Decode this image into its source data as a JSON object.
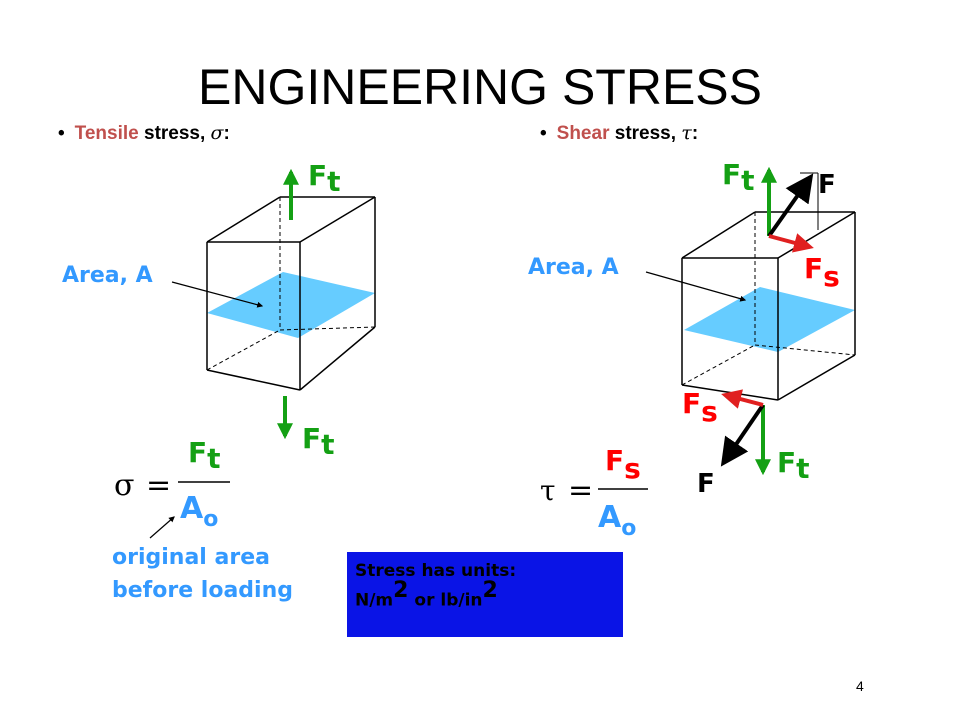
{
  "title": "ENGINEERING STRESS",
  "left_bullet": {
    "dot": "•",
    "highlight": "Tensile",
    "rest": " stress, ",
    "symbol": "σ",
    "colon": ":"
  },
  "right_bullet": {
    "dot": "•",
    "highlight": "Shear",
    "rest": " stress, ",
    "symbol": "τ",
    "colon": ":"
  },
  "labels": {
    "area": "Area, A",
    "ft_main": "F",
    "ft_sub": "t",
    "fs_main": "F",
    "fs_sub": "s",
    "f": "F",
    "original_area_line1": "original area",
    "original_area_line2": "before loading"
  },
  "formulas": {
    "tensile_lhs": "σ",
    "shear_lhs": "τ",
    "equals": "=",
    "denominator_main": "A",
    "denominator_sub": "o"
  },
  "units_box": {
    "line1": "Stress has units:",
    "line2_a": "N/m",
    "line2_sup1": "2",
    "line2_b": " or lb/in",
    "line2_sup2": "2"
  },
  "page_number": "4",
  "colors": {
    "blue_text": "#3399ff",
    "area_fill": "#66ccff",
    "green_arrow": "#14a014",
    "red_text": "#ff0000",
    "red_arrow": "#e02020",
    "units_bg": "#0a14e6"
  }
}
